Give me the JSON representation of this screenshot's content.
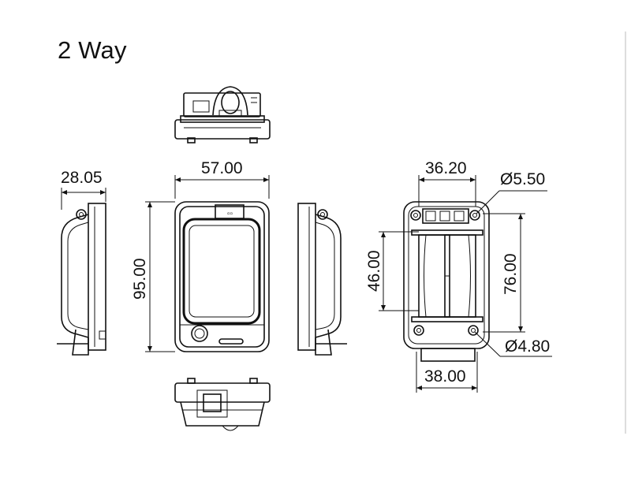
{
  "title": "2 Way",
  "dimensions": {
    "side_depth": "28.05",
    "front_width": "57.00",
    "front_height": "95.00",
    "rear_inner_width": "36.20",
    "hole_top": "Ø5.50",
    "rear_inner_height": "46.00",
    "rear_hole_spacing": "76.00",
    "hole_bottom": "Ø4.80",
    "rear_base_width": "38.00"
  },
  "colors": {
    "line": "#111111",
    "background": "#ffffff"
  }
}
